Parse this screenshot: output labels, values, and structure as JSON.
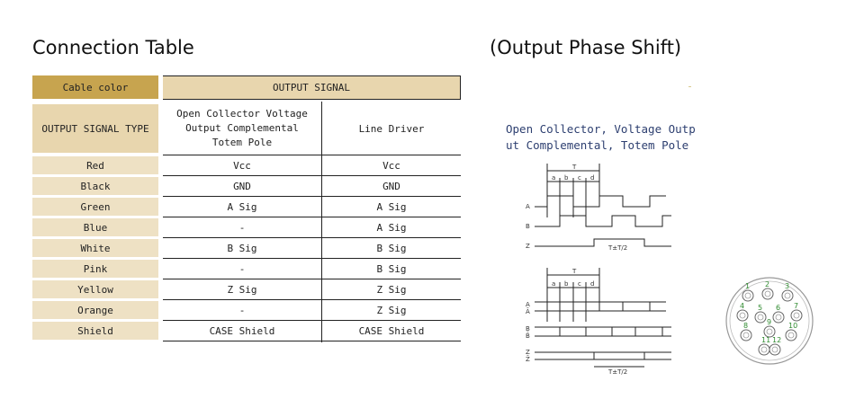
{
  "titles": {
    "left": "Connection Table",
    "right": "(Output Phase Shift)"
  },
  "table": {
    "cable_color_header": "Cable color",
    "output_signal_header": "OUTPUT SIGNAL",
    "type_header": "OUTPUT SIGNAL TYPE",
    "oc_header": "Open Collector  Voltage\nOutput  Complemental\nTotem Pole",
    "ld_header": "Line Driver",
    "rows": [
      {
        "color": "Red",
        "oc": "Vcc",
        "ld": "Vcc"
      },
      {
        "color": "Black",
        "oc": "GND",
        "ld": "GND"
      },
      {
        "color": "Green",
        "oc": "A Sig",
        "ld": "A Sig"
      },
      {
        "color": "Blue",
        "oc": "-",
        "ld": "A Sig"
      },
      {
        "color": "White",
        "oc": "B Sig",
        "ld": "B Sig"
      },
      {
        "color": "Pink",
        "oc": "-",
        "ld": "B Sig"
      },
      {
        "color": "Yellow",
        "oc": "Z Sig",
        "ld": "Z Sig"
      },
      {
        "color": "Orange",
        "oc": "-",
        "ld": "Z Sig"
      },
      {
        "color": "Shield",
        "oc": "CASE Shield",
        "ld": "CASE Shield"
      }
    ]
  },
  "phase": {
    "desc_line1": "Open Collector, Voltage Outp",
    "desc_line2": "ut  Complemental, Totem Pole",
    "period_label": "T",
    "sub_labels": [
      "a",
      "b",
      "c",
      "d"
    ],
    "z_label": "T±T/2",
    "top_signals": [
      "A",
      "B",
      "Z"
    ],
    "bottom_signals": [
      "A",
      "Ā",
      "B",
      "B̄",
      "Z",
      "Z̄"
    ]
  },
  "connector": {
    "pins": [
      "1",
      "2",
      "3",
      "4",
      "5",
      "6",
      "7",
      "8",
      "9",
      "10",
      "11",
      "12"
    ]
  }
}
